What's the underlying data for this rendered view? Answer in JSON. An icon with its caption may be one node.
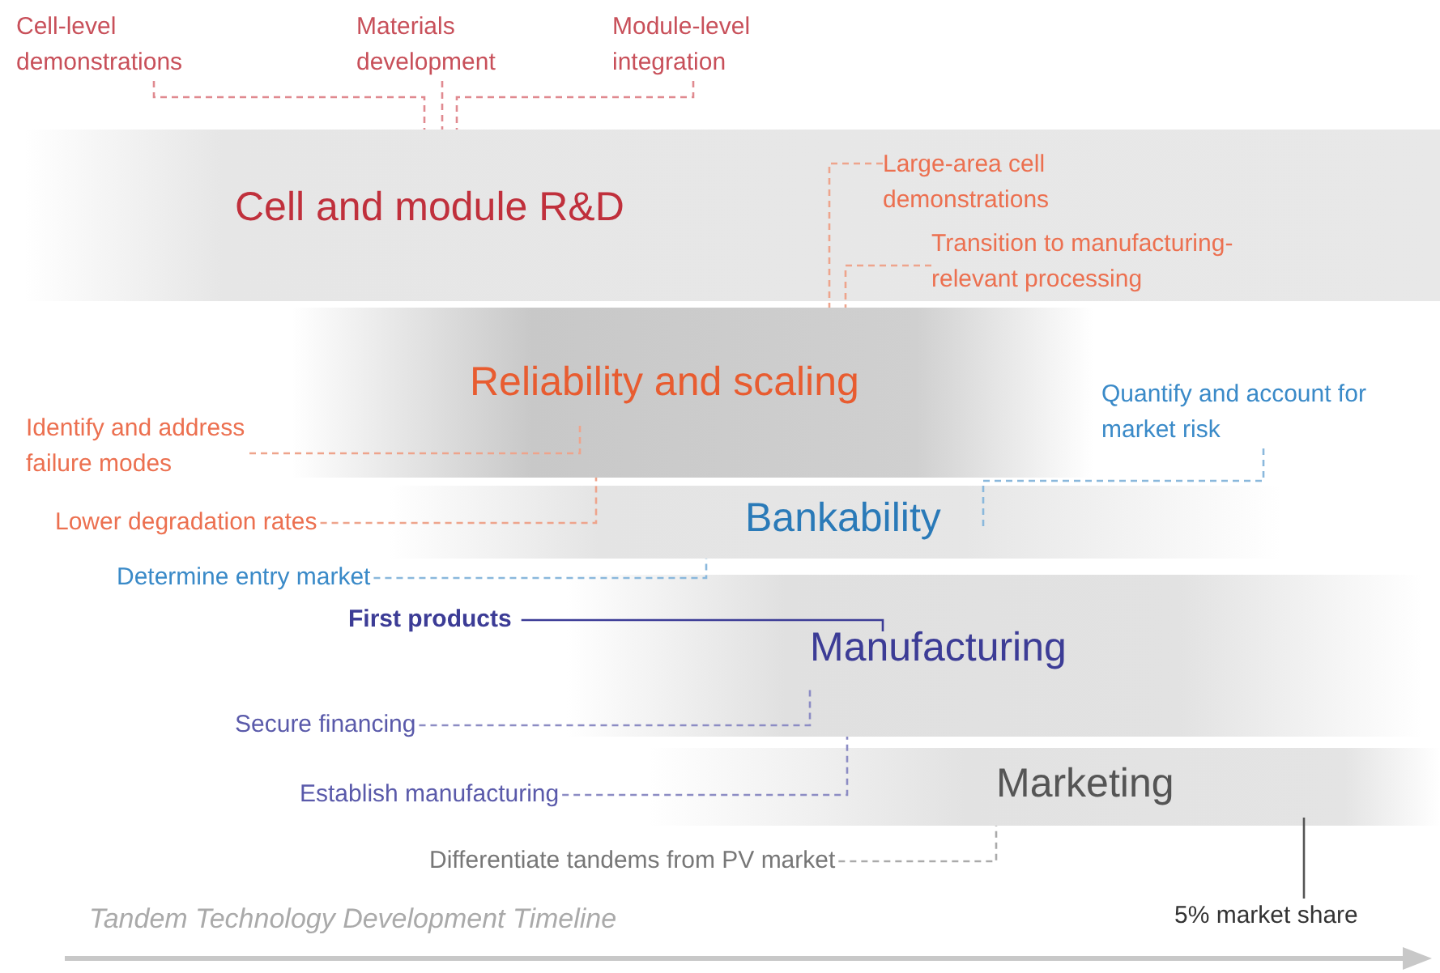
{
  "diagram": {
    "nodes": [
      {
        "text": [
          "Cell and module R&D"
        ]
      },
      {
        "text": [
          "Reliability and scaling"
        ]
      },
      {
        "text": [
          "Bankability"
        ]
      },
      {
        "text": [
          "Manufacturing"
        ]
      },
      {
        "text": [
          "Marketing"
        ]
      },
      {
        "text": [
          "Cell-level demonstrations"
        ]
      },
      {
        "text": [
          "Materials development"
        ]
      },
      {
        "text": [
          "Module-level integration"
        ]
      },
      {
        "text": [
          "Large-area cell demonstrations"
        ],
        "in": 0
      },
      {
        "text": [
          "Transition to manufacturing-relevant processing"
        ],
        "in": 0
      },
      {
        "text": [
          "Identify and address failure modes"
        ]
      },
      {
        "text": [
          "Lower degradation rates"
        ]
      },
      {
        "text": [
          "Quantify and account for market risk"
        ]
      },
      {
        "text": [
          "Determine entry market"
        ]
      },
      {
        "text": [
          "First products"
        ]
      },
      {
        "text": [
          "Secure financing"
        ]
      },
      {
        "text": [
          "Establish manufacturing"
        ]
      },
      {
        "text": [
          "Differentiate tandems from PV market"
        ]
      },
      {
        "text": [
          "5% market share"
        ]
      }
    ],
    "edges": [
      {
        "from": 5,
        "to": 0,
        "arrow": "none",
        "style": "dashed",
        "color": "#e08a90"
      },
      {
        "from": 6,
        "to": 0,
        "arrow": "none",
        "style": "dashed",
        "color": "#e08a90"
      },
      {
        "from": 7,
        "to": 0,
        "arrow": "none",
        "style": "dashed",
        "color": "#e08a90"
      },
      {
        "from": 8,
        "to": 1,
        "arrow": "none",
        "style": "dashed",
        "color": "#eea48c"
      },
      {
        "from": 9,
        "to": 1,
        "arrow": "none",
        "style": "dashed",
        "color": "#eea48c"
      },
      {
        "from": 10,
        "to": 1,
        "arrow": "none",
        "style": "dashed",
        "color": "#eea48c"
      },
      {
        "from": 11,
        "to": 1,
        "arrow": "none",
        "style": "dashed",
        "color": "#eea48c"
      },
      {
        "from": 12,
        "to": 2,
        "arrow": "none",
        "style": "dashed",
        "color": "#8ab8dc"
      },
      {
        "from": 13,
        "to": 2,
        "arrow": "none",
        "style": "dashed",
        "color": "#8ab8dc"
      },
      {
        "from": 14,
        "to": 3,
        "arrow": "none",
        "color": "#3c3c96"
      },
      {
        "from": 15,
        "to": 3,
        "arrow": "none",
        "style": "dashed",
        "color": "#8c8cc4"
      },
      {
        "from": 16,
        "to": 3,
        "arrow": "none",
        "style": "dashed",
        "color": "#8c8cc4"
      },
      {
        "from": 17,
        "to": 4,
        "arrow": "none",
        "style": "dashed",
        "color": "#aaaaaa"
      },
      {
        "from": 18,
        "to": 4,
        "arrow": "none",
        "color": "#555555"
      }
    ],
    "labels": [
      "Tandem Technology Development Timeline"
    ]
  }
}
